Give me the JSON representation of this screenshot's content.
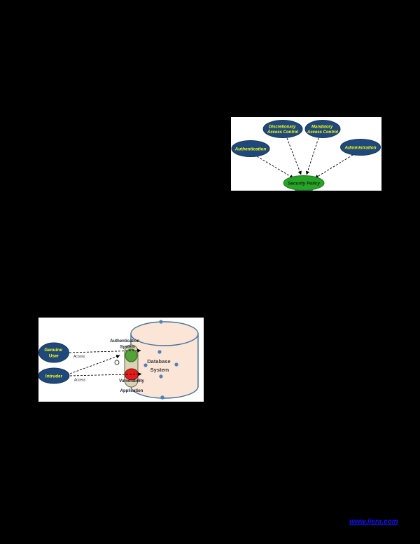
{
  "page": {
    "background_color": "#000000",
    "description": "scanned journal paper page, dark background with two embedded figures"
  },
  "figure1": {
    "title_semantic": "security-policy-concept-diagram",
    "nodes": {
      "authentication": {
        "label": "Authentication"
      },
      "discretionary": {
        "line1": "Discretionary",
        "line2": "Access Control"
      },
      "mandatory": {
        "line1": "Mandatory",
        "line2": "Access Control"
      },
      "administration": {
        "label": "Administration"
      },
      "security_policy": {
        "label": "Security Policy"
      }
    },
    "colors": {
      "node_fill": "#1f497d",
      "node_stroke": "#17365d",
      "node_text": "#ffff00",
      "center_fill": "#27a327",
      "center_stroke": "#1d7a1d",
      "center_text": "#0e2a0e",
      "connector": "#000000",
      "sliver_fill": "#4472c4"
    }
  },
  "figure2": {
    "title_semantic": "database-access-threat-diagram",
    "actors": {
      "genuine_user": {
        "line1": "Genuine",
        "line2": "User"
      },
      "intruder": {
        "label": "Intruder"
      }
    },
    "labels": {
      "access_top": "Access",
      "access_bottom": "Access",
      "auth_line1": "Authentication",
      "auth_line2": "System",
      "db_line1": "Database",
      "db_line2": "System",
      "vulnerability": "Vulnerability",
      "application": "Application"
    },
    "colors": {
      "actor_fill": "#1f497d",
      "actor_stroke": "#17365d",
      "actor_text": "#ffff00",
      "cylinder_fill": "#fbe5d6",
      "cylinder_stroke": "#41719c",
      "capsule_fill": "#d8d3b4",
      "capsule_stroke": "#6e6e52",
      "auth_ellipse_fill": "#54a339",
      "auth_ellipse_stroke": "#2e5e1e",
      "vulnerability_fill": "#e51c1c",
      "vulnerability_stroke": "#7a1010",
      "dot_fill": "#4f81bd",
      "connector": "#000000"
    }
  },
  "footer": {
    "link": "www.ijera.com",
    "link_color": "#1612ff"
  }
}
